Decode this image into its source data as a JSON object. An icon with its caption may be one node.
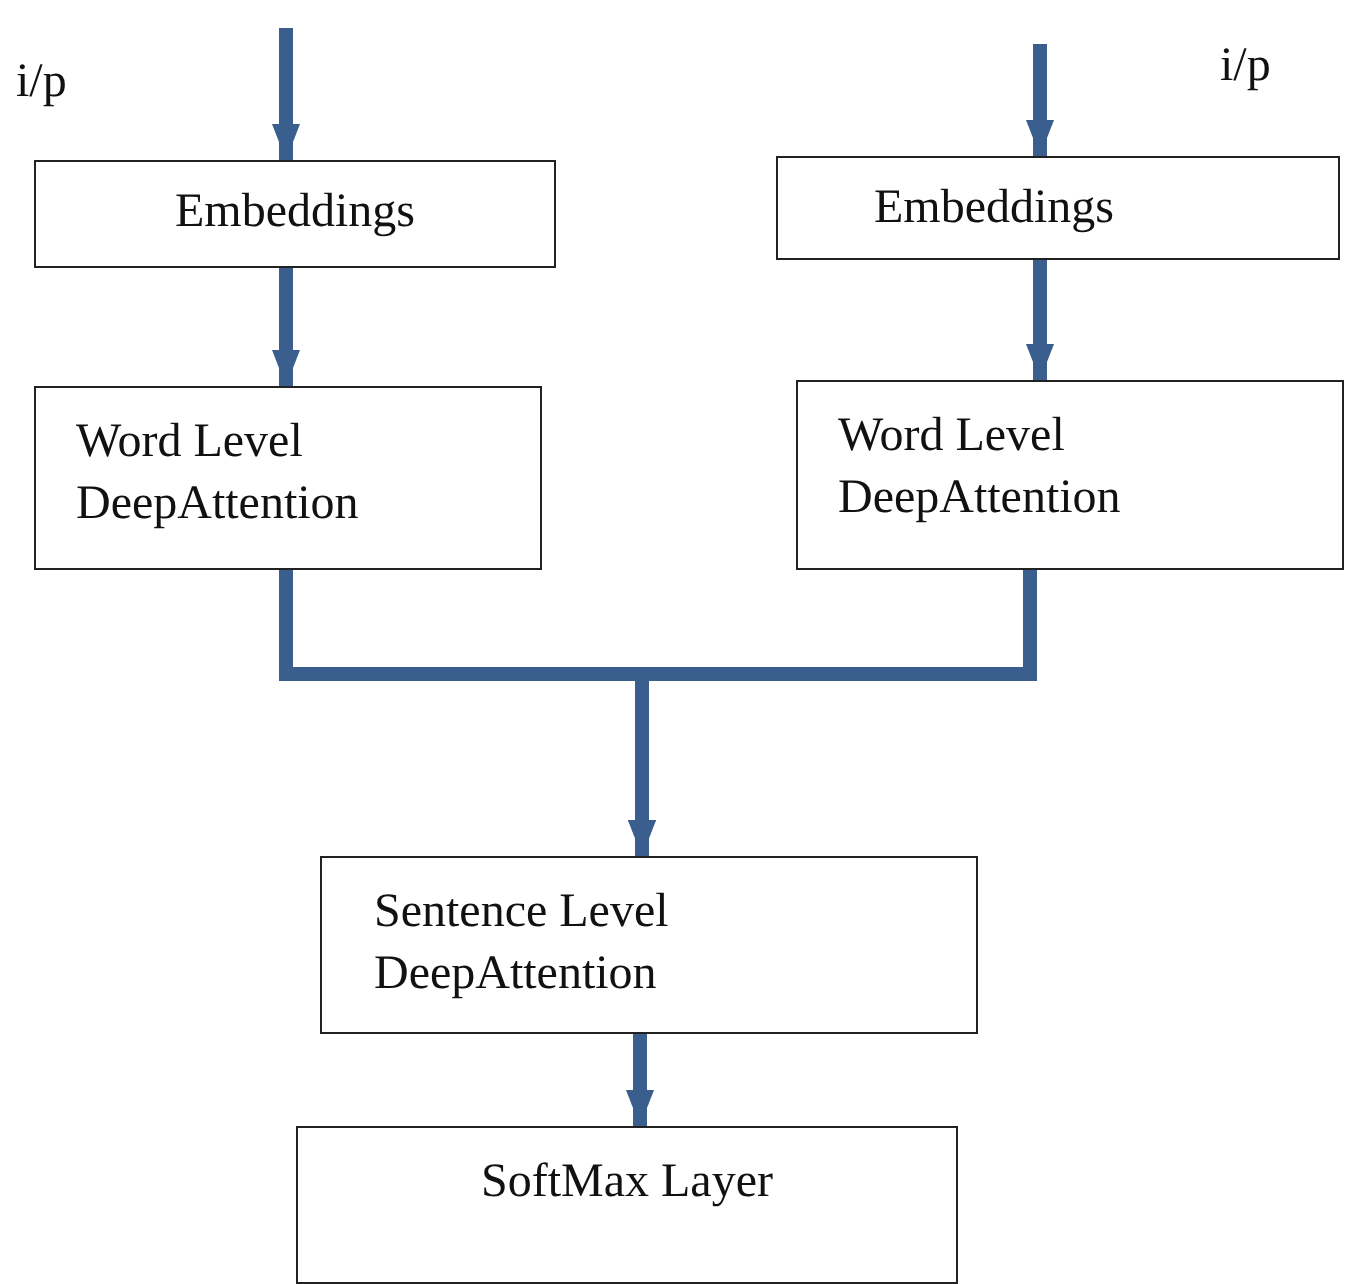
{
  "diagram": {
    "nodes": [
      {
        "text": [
          "Embeddings"
        ]
      },
      {
        "text": [
          "Embeddings"
        ]
      },
      {
        "text": [
          "Word Level DeepAttention"
        ]
      },
      {
        "text": [
          "Word Level DeepAttention"
        ]
      },
      {
        "text": [
          "Sentence Level DeepAttention"
        ]
      },
      {
        "text": [
          "SoftMax Layer"
        ]
      }
    ],
    "edges": [
      {
        "from": null,
        "to": 0,
        "arrow": "to"
      },
      {
        "from": null,
        "to": 1,
        "arrow": "to"
      },
      {
        "from": 0,
        "to": 2,
        "arrow": "to"
      },
      {
        "from": 1,
        "to": 3,
        "arrow": "to"
      },
      {
        "from": 2,
        "to": 4,
        "arrow": "to"
      },
      {
        "from": 3,
        "to": 4,
        "arrow": "to"
      },
      {
        "from": 4,
        "to": 5,
        "arrow": "to"
      }
    ],
    "labels": [
      "i/p",
      "i/p"
    ]
  }
}
